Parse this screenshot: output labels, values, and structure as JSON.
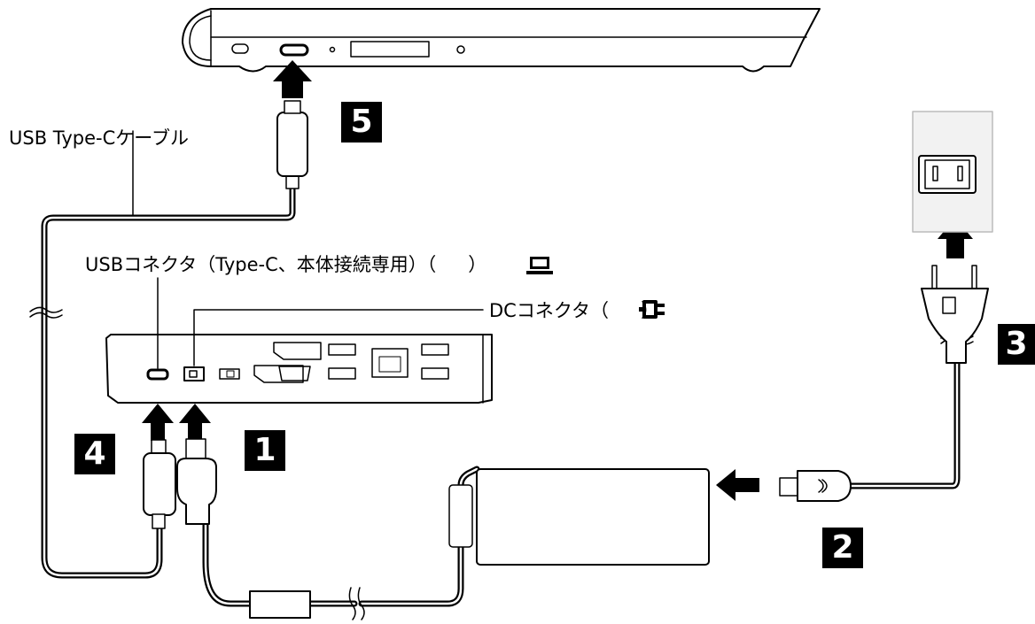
{
  "labels": {
    "usb_cable": "USB Type-Cケーブル",
    "usb_connector_prefix": "USBコネクタ（Type-C、本体接続専用）（",
    "usb_connector_suffix": "）",
    "dc_connector_prefix": "DCコネクタ（",
    "dc_connector_suffix": "）"
  },
  "steps": [
    "1",
    "2",
    "3",
    "4",
    "5"
  ],
  "icons": [
    "laptop-icon",
    "dc-plug-icon",
    "arrow-up-icon",
    "arrow-left-icon",
    "break-mark-icon"
  ],
  "colors": {
    "line": "#000000",
    "fill": "#ffffff",
    "outlet_bg": "#f2f2f2",
    "step_bg": "#000000",
    "step_fg": "#ffffff"
  }
}
